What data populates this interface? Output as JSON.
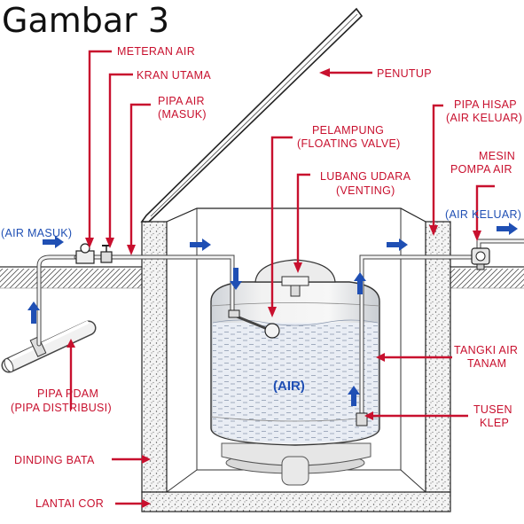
{
  "title": "Gambar 3",
  "labels": {
    "meteran_air": "METERAN AIR",
    "kran_utama": "KRAN UTAMA",
    "pipa_air_1": "PIPA AIR",
    "pipa_air_2": "(MASUK)",
    "penutup": "PENUTUP",
    "pipa_hisap_1": "PIPA HISAP",
    "pipa_hisap_2": "(AIR KELUAR)",
    "pelampung_1": "PELAMPUNG",
    "pelampung_2": "(FLOATING VALVE)",
    "mesin_pompa_1": "MESIN",
    "mesin_pompa_2": "POMPA AIR",
    "lubang_udara_1": "LUBANG UDARA",
    "lubang_udara_2": "(VENTING)",
    "air_masuk": "(AIR MASUK)",
    "air_keluar": "(AIR KELUAR)",
    "air": "(AIR)",
    "tangki_1": "TANGKI AIR",
    "tangki_2": "TANAM",
    "pipa_pdam_1": "PIPA PDAM",
    "pipa_pdam_2": "(PIPA DISTRIBUSI)",
    "tusen_1": "TUSEN",
    "tusen_2": "KLEP",
    "dinding_bata": "DINDING BATA",
    "lantai_cor": "LANTAI COR"
  },
  "colors": {
    "label_red": "#c8102e",
    "flow_blue": "#1f4fb4",
    "water": "#e3e9f2"
  }
}
